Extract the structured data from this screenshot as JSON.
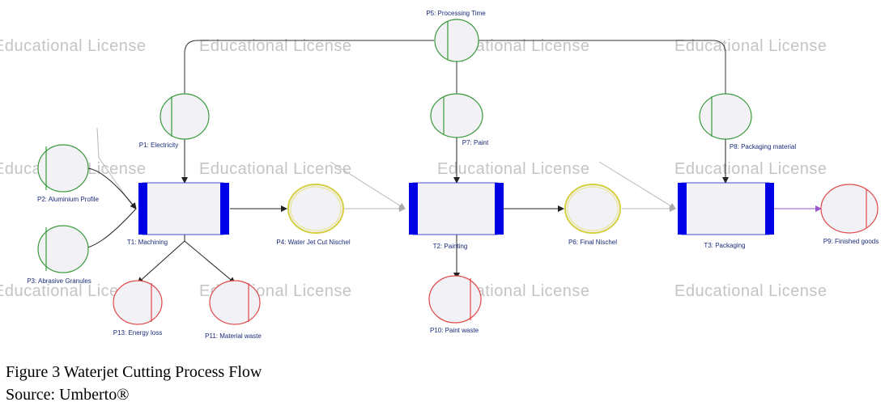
{
  "watermark": "Educational License",
  "places": {
    "p5": "P5: Processing Time",
    "p1": "P1: Electricity",
    "p7": "P7: Paint",
    "p8": "P8: Packaging material",
    "p2": "P2: Aluminium Profile",
    "p3": "P3: Abrasive Granules",
    "p4": "P4: Water Jet Cut Nischel",
    "p6": "P6: Final Nischel",
    "p9": "P9: Finished goods",
    "p13": "P13: Energy loss",
    "p11": "P11: Material waste",
    "p10": "P10: Paint waste"
  },
  "transitions": {
    "t1": "T1: Machining",
    "t2": "T2: Painting",
    "t3": "T3: Packaging"
  },
  "colors": {
    "input": "#3a9a3a",
    "intermediate": "#d6cf40",
    "output": "#e04848",
    "transition_bar": "#0000e6",
    "node_fill": "#f1f1f6",
    "label": "#1a2a7a",
    "output_arc": "#9a55c8"
  },
  "caption": {
    "line1": "Figure 3 Waterjet Cutting Process Flow",
    "line2": "Source: Umberto®"
  }
}
